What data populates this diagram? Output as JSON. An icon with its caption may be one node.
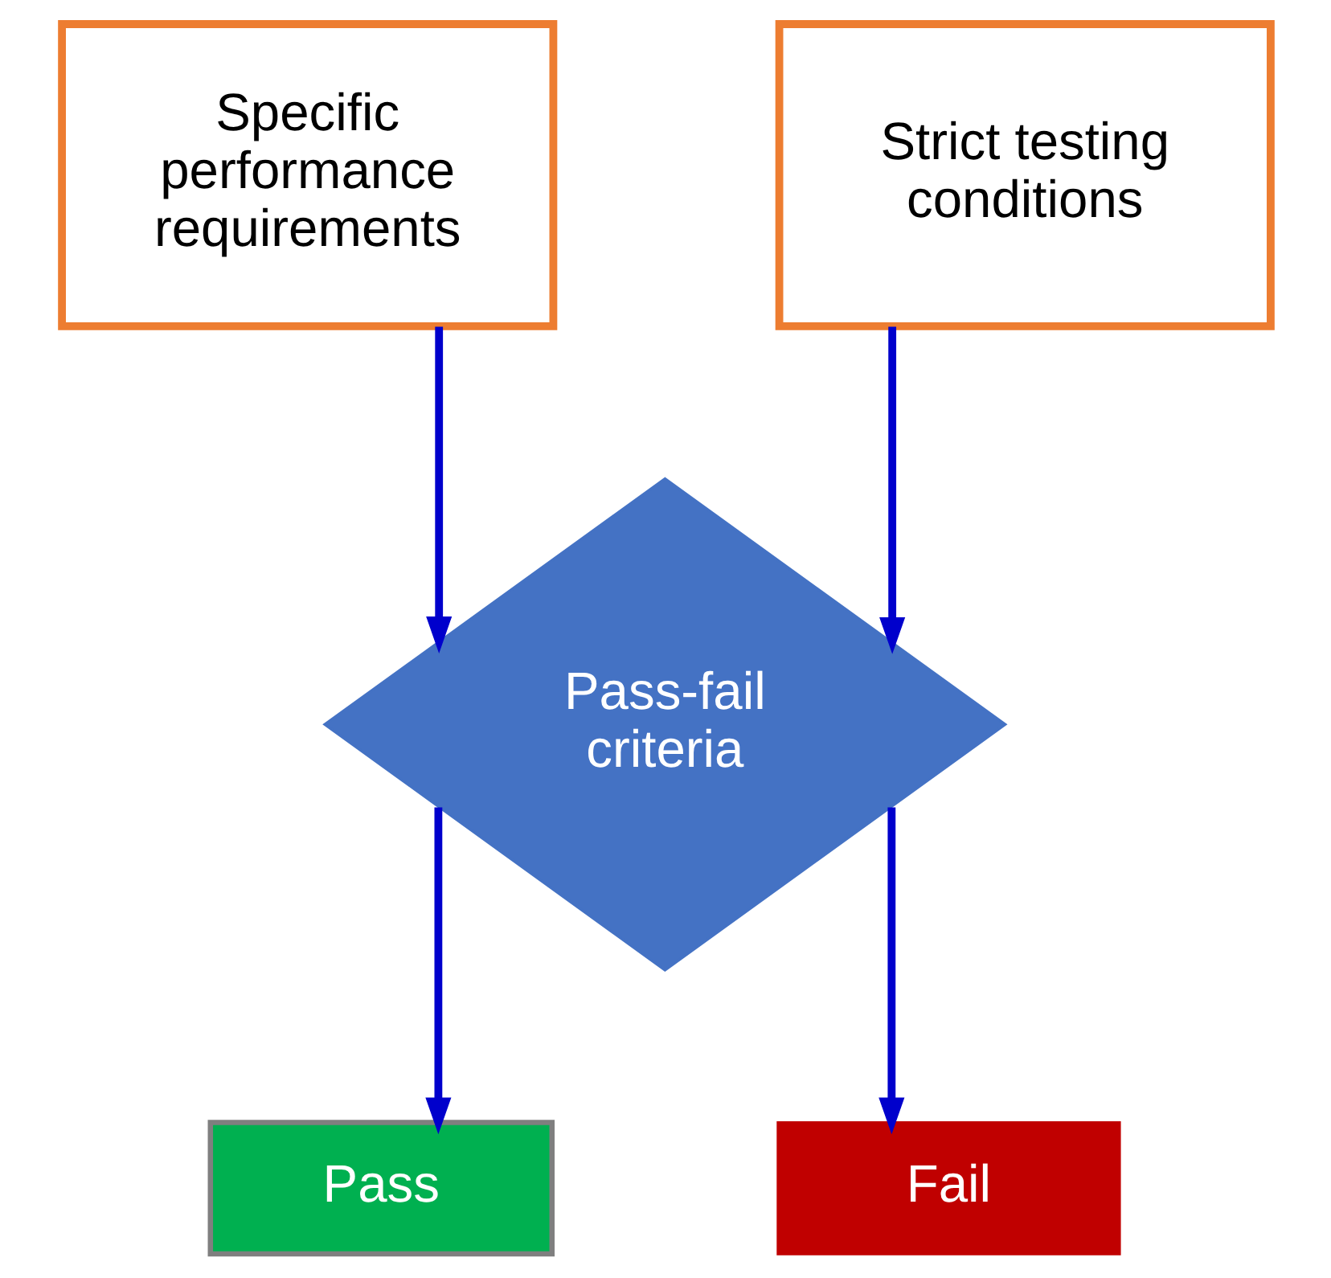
{
  "diagram": {
    "nodes": [
      {
        "text": [
          "Specific performance requirements"
        ]
      },
      {
        "text": [
          "Strict testing conditions"
        ]
      },
      {
        "text": [
          "Pass-fail criteria"
        ]
      },
      {
        "text": [
          "Pass"
        ]
      },
      {
        "text": [
          "Fail"
        ]
      }
    ],
    "edges": [
      {
        "from": 0,
        "to": 2,
        "arrow": "to"
      },
      {
        "from": 1,
        "to": 2,
        "arrow": "to"
      },
      {
        "from": 2,
        "to": 3,
        "arrow": "to"
      },
      {
        "from": 2,
        "to": 4,
        "arrow": "to"
      }
    ]
  }
}
